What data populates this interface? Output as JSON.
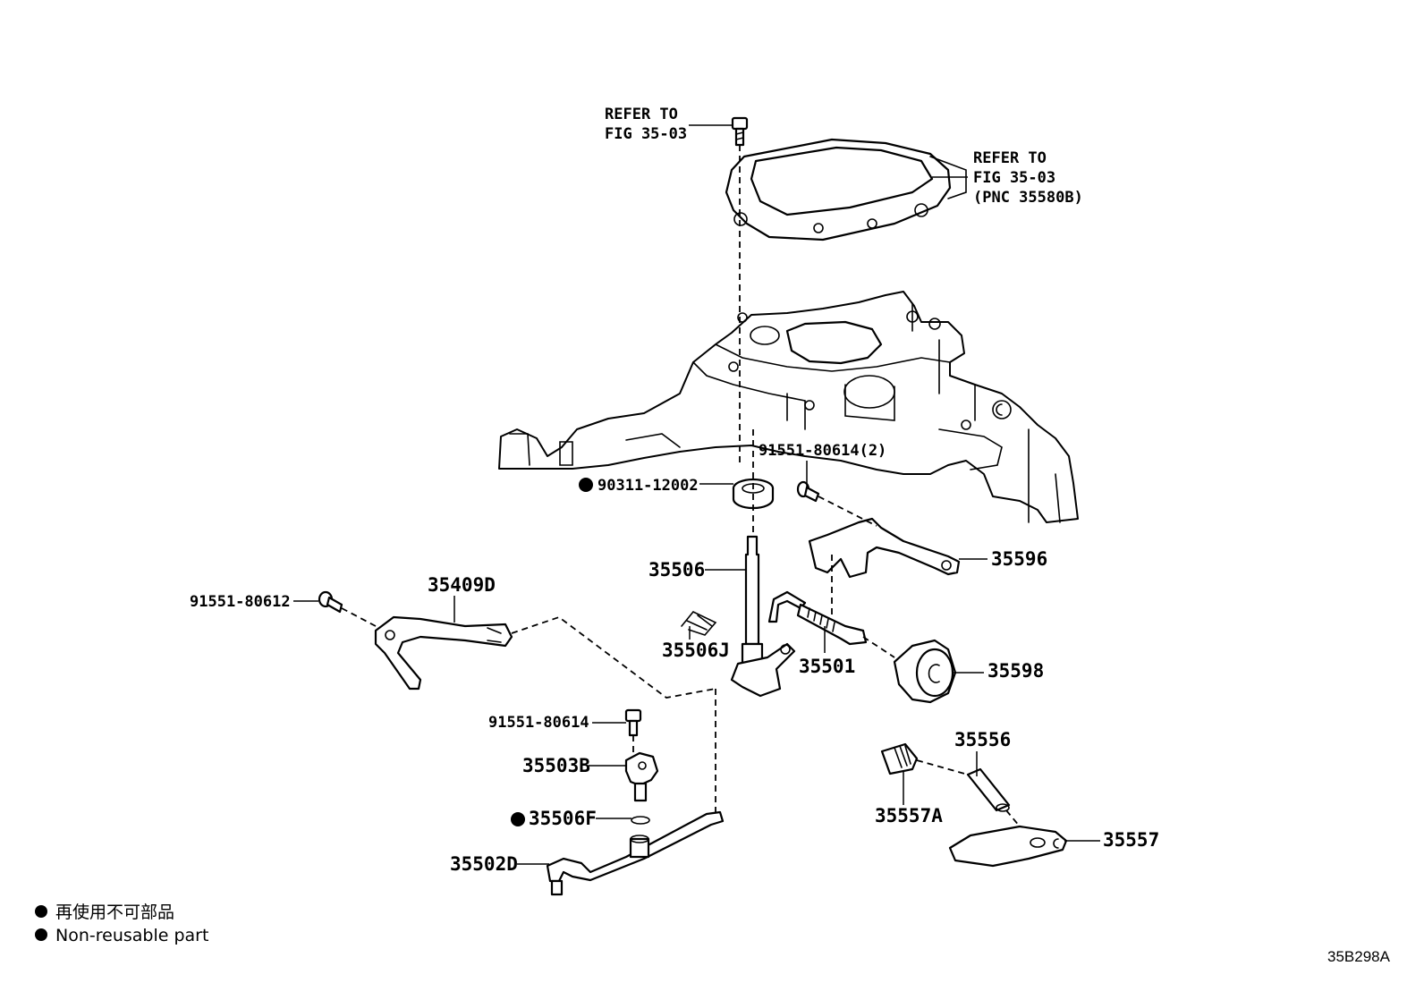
{
  "labels": {
    "refer_top_line1": "REFER TO",
    "refer_top_line2": "FIG 35-03",
    "refer_right_line1": "REFER TO",
    "refer_right_line2": "FIG 35-03",
    "refer_right_line3": "(PNC 35580B)",
    "p91551_80614_2": "91551-80614(2)",
    "p90311_12002": "90311-12002",
    "p35596": "35596",
    "p35506": "35506",
    "p35409D": "35409D",
    "p91551_80612": "91551-80612",
    "p35506J": "35506J",
    "p35501": "35501",
    "p35598": "35598",
    "p91551_80614": "91551-80614",
    "p35503B": "35503B",
    "p35506F": "35506F",
    "p35502D": "35502D",
    "p35556": "35556",
    "p35557A": "35557A",
    "p35557": "35557"
  },
  "legend": {
    "line_jp": "再使用不可部品",
    "line_en": "Non-reusable part"
  },
  "figure_code": "35B298A"
}
